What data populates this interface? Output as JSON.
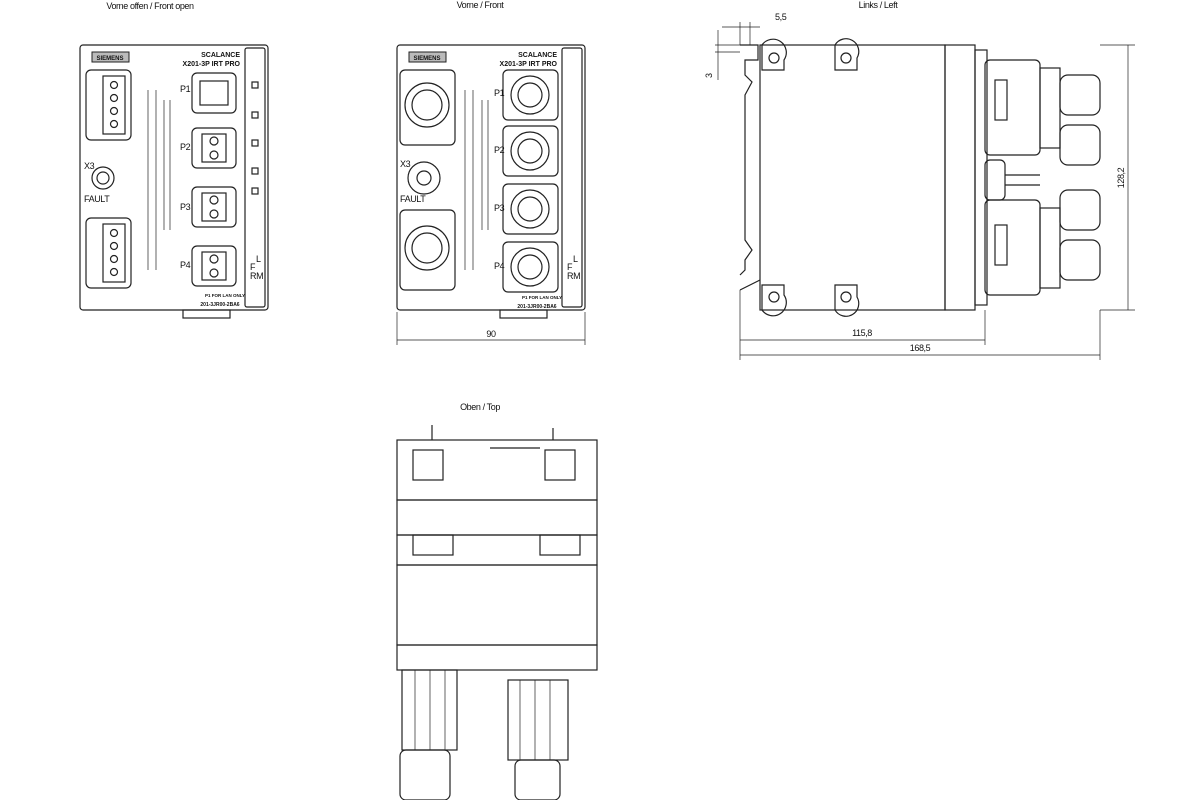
{
  "views": {
    "front_open": {
      "title": "Vorne offen / Front open"
    },
    "front": {
      "title": "Vorne / Front"
    },
    "left": {
      "title": "Links / Left"
    },
    "top": {
      "title": "Oben / Top"
    }
  },
  "device": {
    "brand": "SIEMENS",
    "product": "SCALANCE",
    "model": "X201-3P IRT PRO",
    "ports": [
      "P1",
      "P2",
      "P3",
      "P4"
    ],
    "x3": "X3",
    "fault": "FAULT",
    "p1_note": "P1 FOR LAN ONLY",
    "order_no": "201-3JR00-2BA6",
    "leds": [
      "L",
      "F",
      "RM"
    ]
  },
  "dimensions": {
    "width_front": "90",
    "depth_body": "115,8",
    "depth_total": "168,5",
    "height": "128,2",
    "rail_offset": "5,5",
    "rail_height": "3"
  }
}
